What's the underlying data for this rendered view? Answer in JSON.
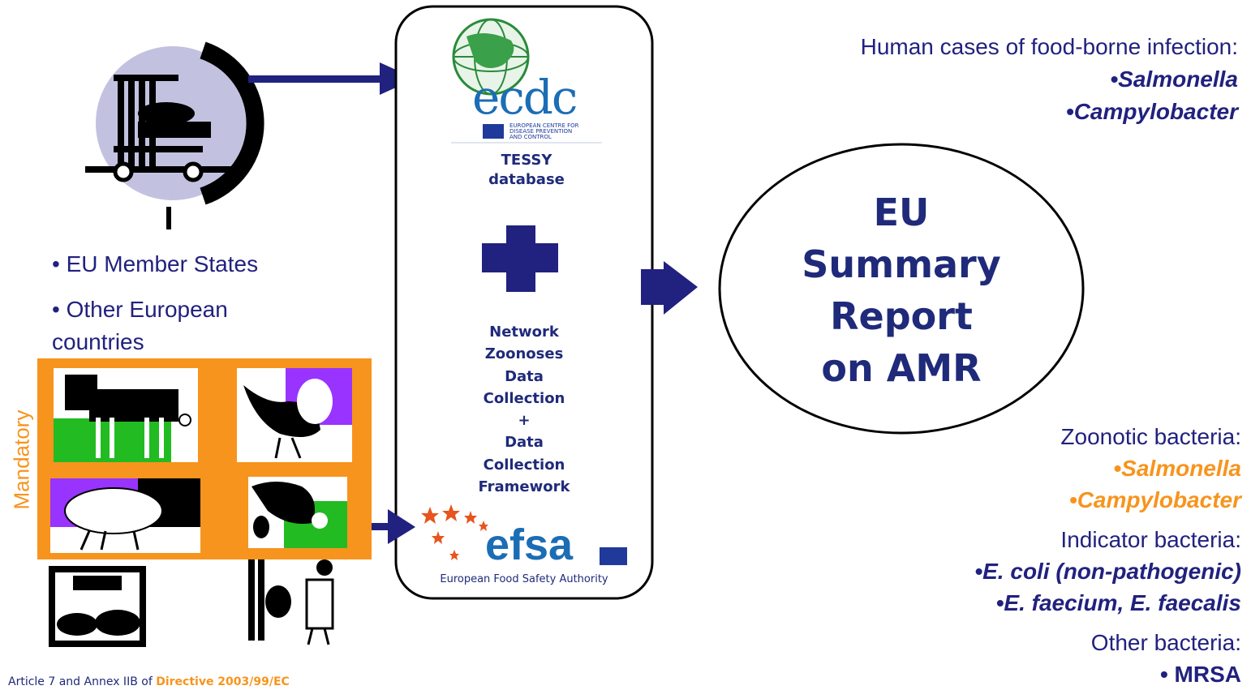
{
  "left": {
    "bullets": [
      "• EU Member States",
      "• Other European",
      "countries"
    ],
    "mandatory_label": "Mandatory",
    "footer_prefix": "Article 7 and Annex IIB of ",
    "footer_link": "Directive 2003/99/EC"
  },
  "center": {
    "ecdc_logo": "ecdc",
    "ecdc_subtitle": [
      "EUROPEAN CENTRE FOR",
      "DISEASE PREVENTION",
      "AND CONTROL"
    ],
    "tessy": [
      "TESSY",
      "database"
    ],
    "network": [
      "Network",
      "Zoonoses",
      "Data",
      "Collection",
      "+",
      "Data",
      "Collection",
      "Framework"
    ],
    "efsa_logo": "efsa",
    "efsa_caption": "European Food Safety Authority"
  },
  "report": [
    "EU",
    "Summary",
    "Report",
    "on AMR"
  ],
  "right": {
    "human_heading": "Human cases of food-borne infection:",
    "human_items": [
      "•Salmonella",
      "•Campylobacter"
    ],
    "zoonotic_heading": "Zoonotic bacteria:",
    "zoonotic_items": [
      "•Salmonella",
      "•Campylobacter"
    ],
    "indicator_heading": "Indicator bacteria:",
    "indicator_items": [
      "•E. coli (non-pathogenic)",
      "•E. faecium, E. faecalis"
    ],
    "other_heading": "Other bacteria:",
    "other_items": [
      "• MRSA"
    ]
  },
  "colors": {
    "navy": "#21217f",
    "orange": "#f7941d",
    "purple": "#9933ff",
    "green": "#22bb22"
  }
}
